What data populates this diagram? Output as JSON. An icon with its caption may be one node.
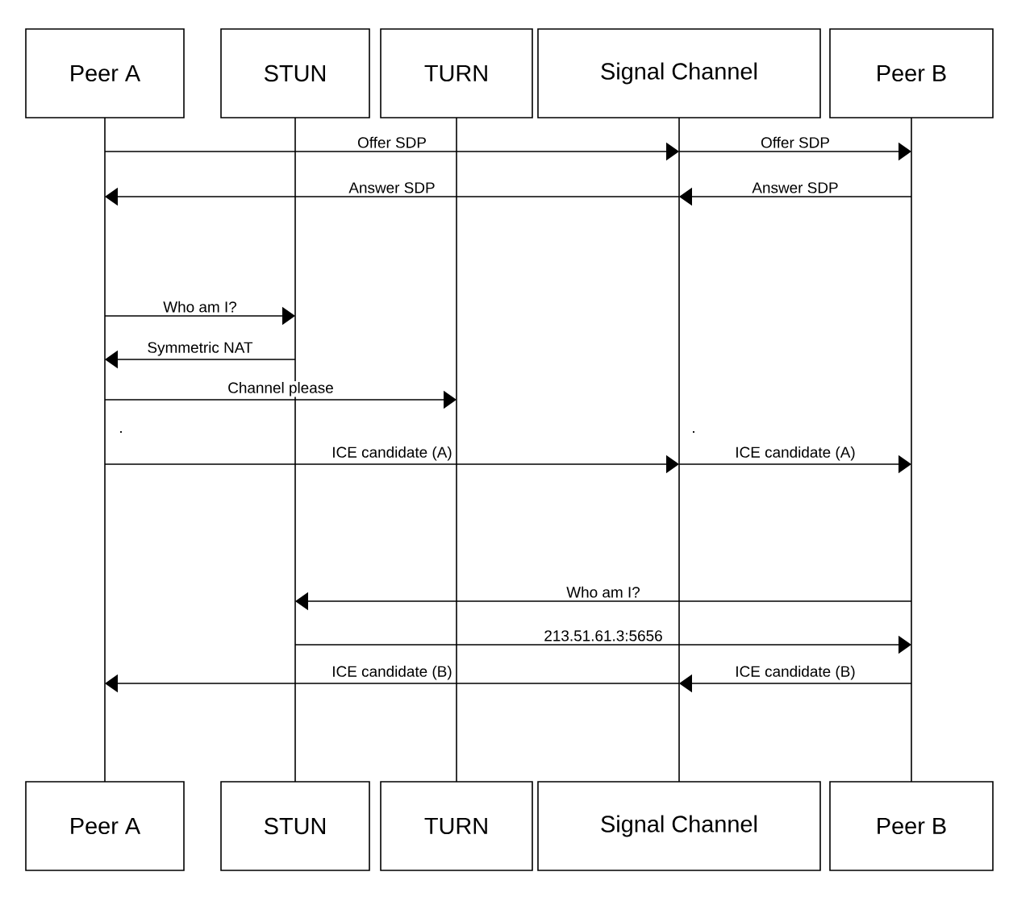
{
  "diagram": {
    "nodes": [
      {
        "text": [
          "Peer A"
        ]
      },
      {
        "text": [
          "STUN"
        ]
      },
      {
        "text": [
          "TURN"
        ]
      },
      {
        "text": [
          "Signal Channel"
        ]
      },
      {
        "text": [
          "Peer B"
        ]
      },
      {
        "text": [
          "Peer A"
        ]
      },
      {
        "text": [
          "STUN"
        ]
      },
      {
        "text": [
          "TURN"
        ]
      },
      {
        "text": [
          "Signal Channel"
        ]
      },
      {
        "text": [
          "Peer B"
        ]
      },
      {
        "text": [],
        "shape": "line"
      },
      {
        "text": [],
        "shape": "line"
      },
      {
        "text": [],
        "shape": "line"
      },
      {
        "text": [],
        "shape": "line"
      },
      {
        "text": [],
        "shape": "line"
      }
    ],
    "edges": [
      {
        "from": 10,
        "to": 13,
        "arrow": "to",
        "label": "Offer SDP"
      },
      {
        "from": 13,
        "to": 14,
        "arrow": "to",
        "label": "Offer SDP"
      },
      {
        "from": 13,
        "to": 10,
        "arrow": "to",
        "label": "Answer SDP"
      },
      {
        "from": 14,
        "to": 13,
        "arrow": "to",
        "label": "Answer SDP"
      },
      {
        "from": 10,
        "to": 11,
        "arrow": "to",
        "label": "Who am I?"
      },
      {
        "from": 11,
        "to": 10,
        "arrow": "to",
        "label": "Symmetric NAT"
      },
      {
        "from": 10,
        "to": 12,
        "arrow": "to",
        "label": "Channel please"
      },
      {
        "from": 10,
        "to": 13,
        "arrow": "to",
        "label": "ICE candidate (A)"
      },
      {
        "from": 13,
        "to": 14,
        "arrow": "to",
        "label": "ICE candidate (A)"
      },
      {
        "from": 14,
        "to": 11,
        "arrow": "to",
        "label": "Who am I?"
      },
      {
        "from": 11,
        "to": 14,
        "arrow": "to",
        "label": "213.51.61.3:5656"
      },
      {
        "from": 13,
        "to": 10,
        "arrow": "to",
        "label": "ICE candidate (B)"
      },
      {
        "from": 14,
        "to": 13,
        "arrow": "to",
        "label": "ICE candidate (B)"
      }
    ],
    "labels": [
      ".",
      "."
    ]
  }
}
